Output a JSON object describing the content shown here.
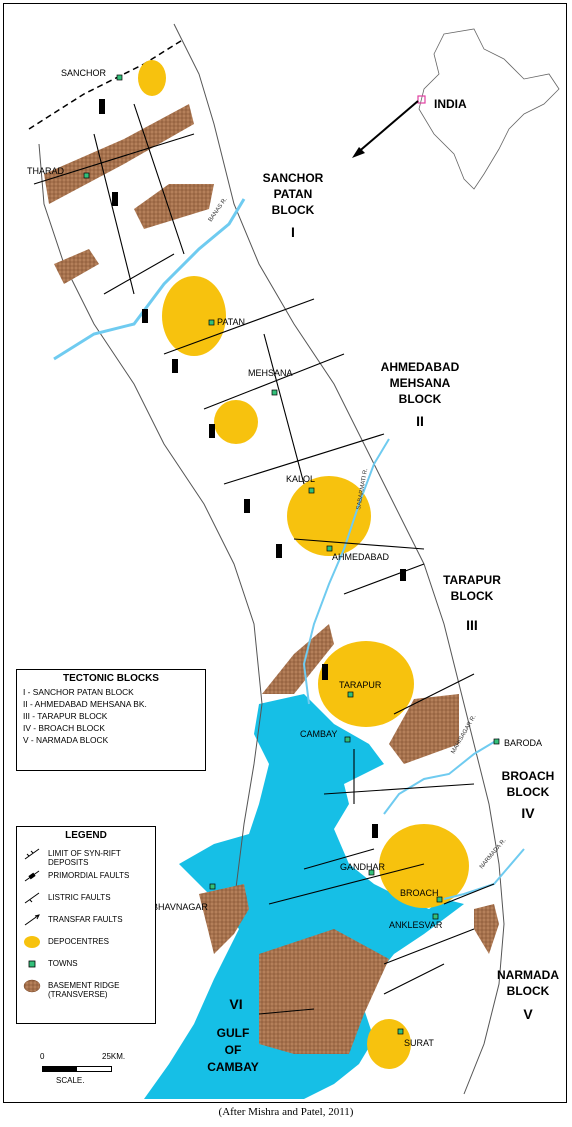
{
  "caption": "(After Mishra and Patel, 2011)",
  "country_label": "INDIA",
  "blocks": [
    {
      "lines": [
        "SANCHOR",
        "PATAN",
        "BLOCK"
      ],
      "roman": "I"
    },
    {
      "lines": [
        "AHMEDABAD",
        "MEHSANA",
        "BLOCK"
      ],
      "roman": "II"
    },
    {
      "lines": [
        "TARAPUR",
        "BLOCK"
      ],
      "roman": "III"
    },
    {
      "lines": [
        "BROACH",
        "BLOCK"
      ],
      "roman": "IV"
    },
    {
      "lines": [
        "NARMADA",
        "BLOCK"
      ],
      "roman": "V"
    }
  ],
  "gulf": {
    "roman": "VI",
    "lines": [
      "GULF",
      "OF",
      "CAMBAY"
    ]
  },
  "towns": [
    "SANCHOR",
    "THARAD",
    "PATAN",
    "MEHSANA",
    "KALOL",
    "AHMEDABAD",
    "TARAPUR",
    "CAMBAY",
    "BARODA",
    "GANDHAR",
    "BROACH",
    "BHAVNAGAR",
    "ANKLESVAR",
    "SURAT"
  ],
  "rivers": [
    "BANAS R.",
    "SABARMATI R.",
    "MAHISAGAR R.",
    "NARMADA R."
  ],
  "tectonic_blocks": {
    "title": "TECTONIC BLOCKS",
    "items": [
      "I   - SANCHOR PATAN BLOCK",
      "II  - AHMEDABAD  MEHSANA BK.",
      "III - TARAPUR BLOCK",
      "IV  - BROACH BLOCK",
      "V   - NARMADA BLOCK"
    ]
  },
  "legend": {
    "title": "LEGEND",
    "items": [
      {
        "symbol": "syn-rift-limit-icon",
        "label": "LIMIT OF SYN-RIFT DEPOSITS"
      },
      {
        "symbol": "primordial-fault-icon",
        "label": "PRIMORDIAL FAULTS"
      },
      {
        "symbol": "listric-fault-icon",
        "label": "LISTRIC FAULTS"
      },
      {
        "symbol": "transfer-fault-icon",
        "label": "TRANSFAR FAULTS"
      },
      {
        "symbol": "depocentre-icon",
        "label": "DEPOCENTRES"
      },
      {
        "symbol": "town-icon",
        "label": "TOWNS"
      },
      {
        "symbol": "basement-ridge-icon",
        "label": "BASEMENT RIDGE (TRANSVERSE)"
      }
    ]
  },
  "scale": {
    "start": "0",
    "end": "25KM.",
    "label": "SCALE."
  },
  "colors": {
    "sea": "#16bfe6",
    "depocentre": "#f7c20e",
    "ridge": "#b07a55",
    "town": "#33c07a",
    "river": "#6fcbf0"
  }
}
